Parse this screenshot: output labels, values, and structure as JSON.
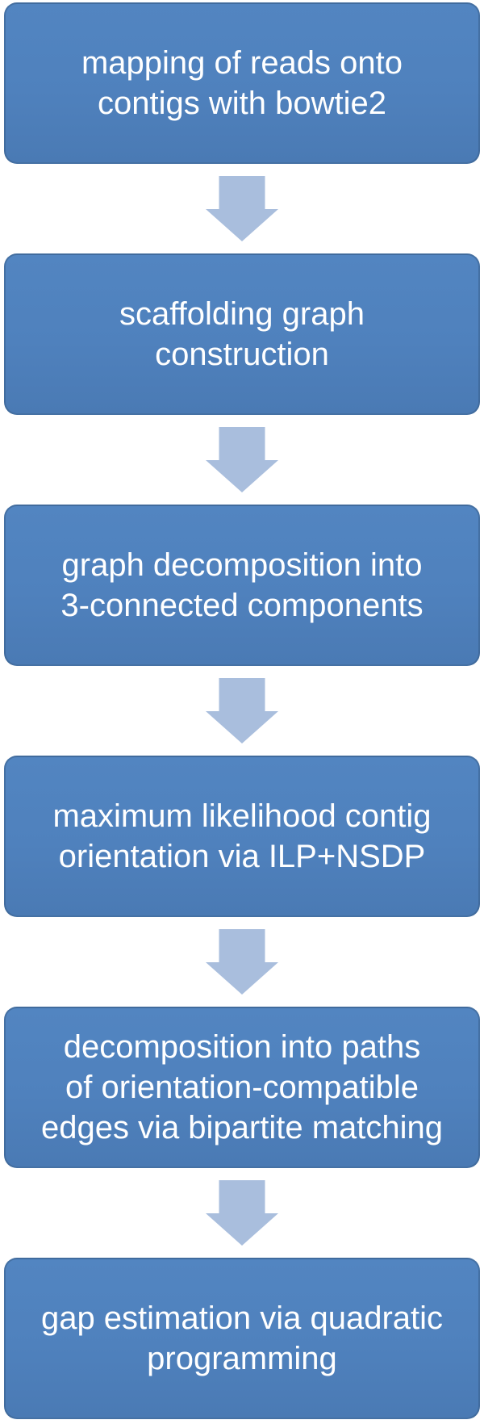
{
  "diagram": {
    "type": "flowchart",
    "direction": "top-down",
    "arrow_icon": "down-arrow",
    "colors": {
      "box_fill": "#4f81bd",
      "box_border": "#365880",
      "arrow_fill": "#a9bedd",
      "text": "#ffffff",
      "background": "#ffffff"
    },
    "steps": [
      {
        "label": "mapping of reads onto\ncontigs with bowtie2"
      },
      {
        "label": "scaffolding graph\nconstruction"
      },
      {
        "label": "graph decomposition into\n3-connected components"
      },
      {
        "label": "maximum likelihood contig\norientation via ILP+NSDP"
      },
      {
        "label": "decomposition  into paths\nof orientation-compatible\nedges via bipartite matching"
      },
      {
        "label": "gap estimation via quadratic\nprogramming"
      }
    ]
  }
}
